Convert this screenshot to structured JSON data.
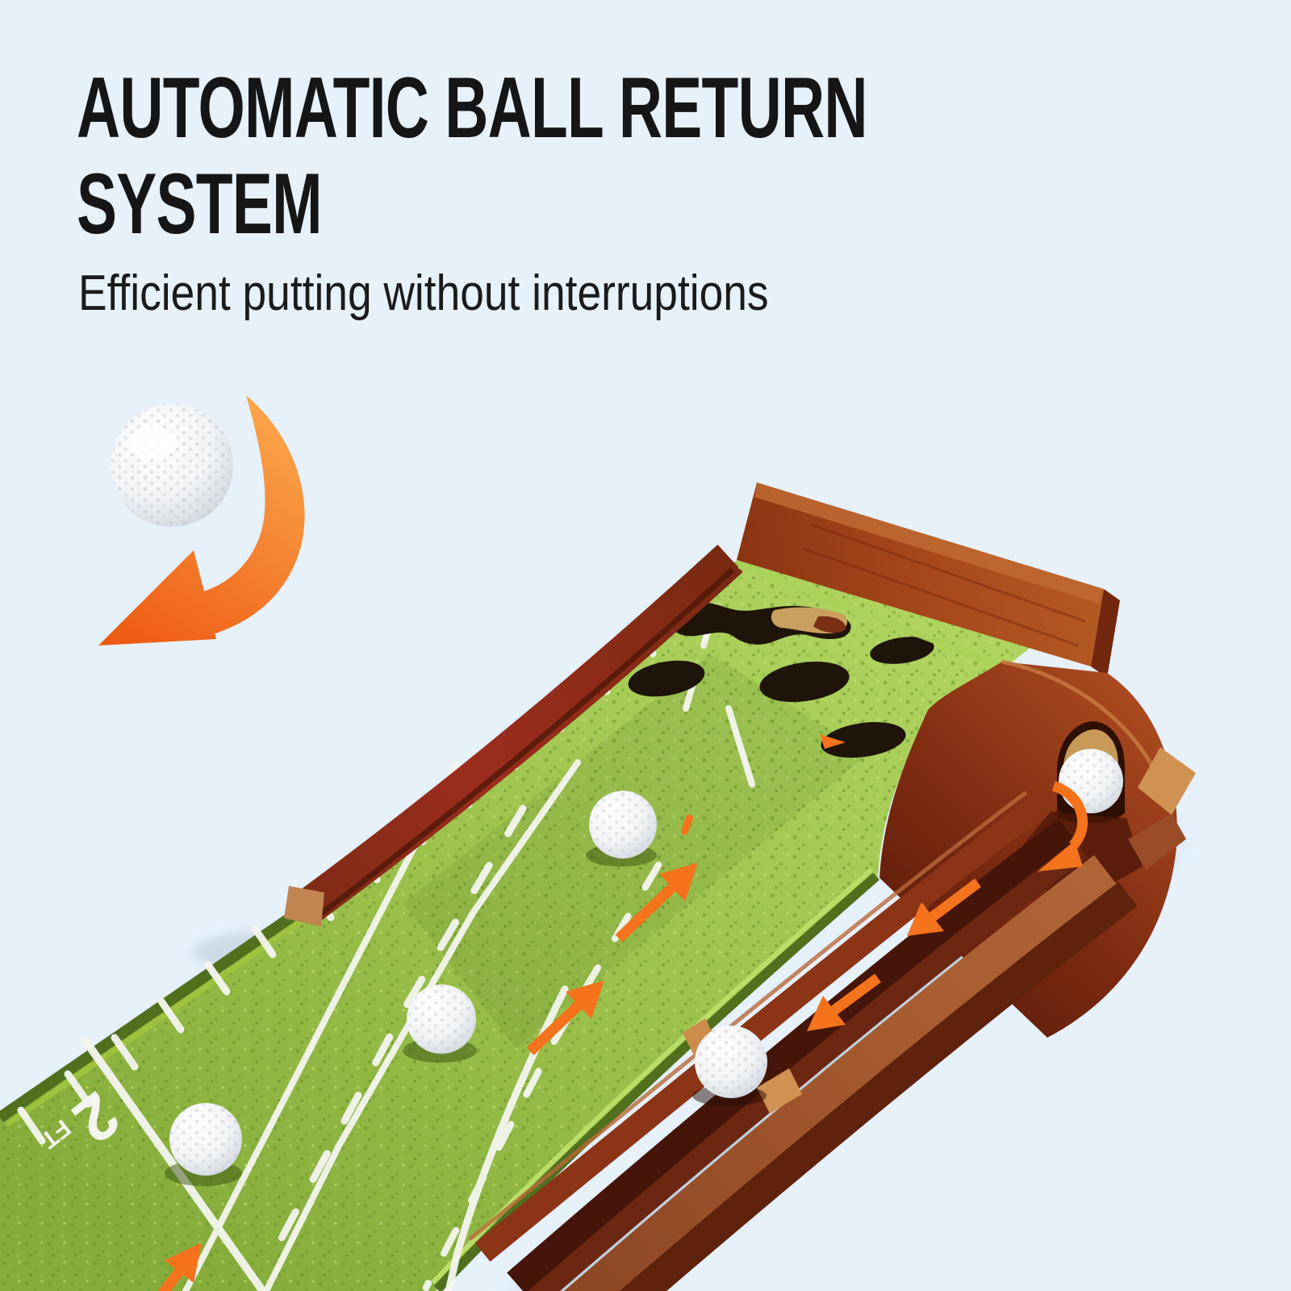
{
  "page": {
    "background_color": "#e6f1fa"
  },
  "header": {
    "title_line1": "AUTOMATIC BALL RETURN",
    "title_line2": "SYSTEM",
    "subtitle": "Efficient putting without interruptions",
    "text_color": "#161616"
  },
  "mat": {
    "distance_value": "2",
    "distance_unit": "FT"
  },
  "colors": {
    "arrow_orange": "#f4731c",
    "swoosh_orange_light": "#fba64a",
    "swoosh_orange_dark": "#ee5c14",
    "turf_green": "#a3c755",
    "turf_dark_green": "#7fa63a",
    "turf_fringe_green": "#8fb636",
    "wood_brown": "#93391b",
    "wood_dark_brown": "#5a1c0b",
    "wood_light_tan": "#c98e55",
    "hole_black": "#1f1409",
    "ball_white": "#ffffff"
  },
  "scene": {
    "golf_balls_visible": 6,
    "holes_visible": 5,
    "direction_arrows_visible": 7
  }
}
